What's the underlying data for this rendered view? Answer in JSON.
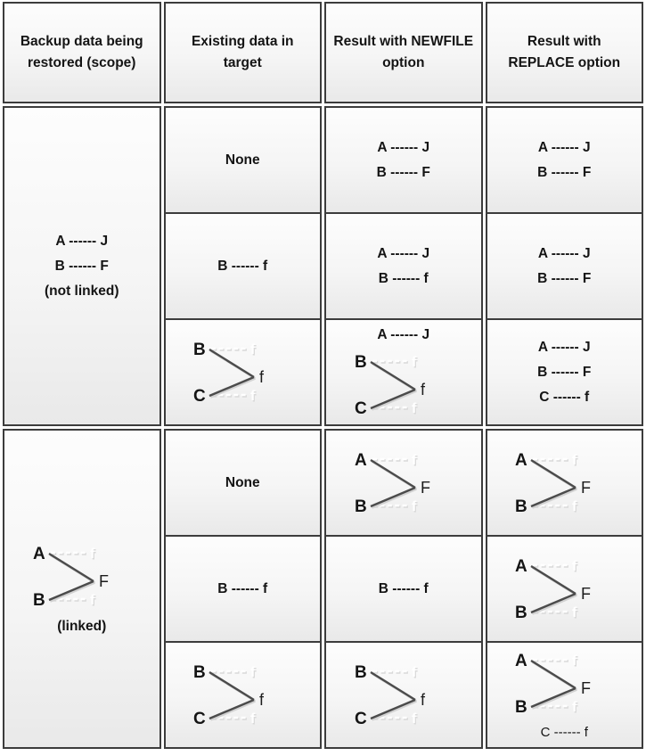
{
  "colors": {
    "border": "#3c3c3c",
    "text": "#141414",
    "diagram_line": "#4b4b4b",
    "diagram_line_shadow": "#d2d2d2",
    "ghost": "#ffffff",
    "ghost_shadow": "#d9d9d9",
    "cell_bg_top": "#fdfdfd",
    "cell_bg_bottom": "#e9e9e9"
  },
  "table": {
    "headers": [
      {
        "id": "scope",
        "label": "Backup data being restored (scope)"
      },
      {
        "id": "existing",
        "label": "Existing data in target"
      },
      {
        "id": "newfile",
        "label": "Result with NEWFILE option"
      },
      {
        "id": "replace",
        "label": "Result with REPLACE option"
      }
    ],
    "columns_order": [
      "existing",
      "newfile",
      "replace"
    ],
    "groups": [
      {
        "id": "not-linked",
        "scope": {
          "type": "text",
          "lines": [
            "A ------ J",
            "B ------ F",
            "(not linked)"
          ]
        },
        "rows": [
          {
            "existing": {
              "type": "text",
              "lines": [
                "None"
              ]
            },
            "newfile": {
              "type": "text",
              "lines": [
                "A ------ J",
                "B ------ F"
              ]
            },
            "replace": {
              "type": "text",
              "lines": [
                "A ------ J",
                "B ------ F"
              ]
            }
          },
          {
            "existing": {
              "type": "text",
              "lines": [
                "B ------ f"
              ]
            },
            "newfile": {
              "type": "text",
              "lines": [
                "A ------ J",
                "B ------ f"
              ]
            },
            "replace": {
              "type": "text",
              "lines": [
                "A ------ J",
                "B ------ F"
              ]
            }
          },
          {
            "existing": {
              "type": "diagram",
              "top": "B",
              "bottom": "C",
              "vertex": "f",
              "ghost": "f"
            },
            "newfile": {
              "type": "diagram",
              "pre_lines": [
                "A ------ J"
              ],
              "top": "B",
              "bottom": "C",
              "vertex": "f",
              "ghost": "f"
            },
            "replace": {
              "type": "text",
              "lines": [
                "A ------ J",
                "B ------ F",
                "C ------ f"
              ]
            }
          }
        ]
      },
      {
        "id": "linked",
        "scope": {
          "type": "diagram",
          "top": "A",
          "bottom": "B",
          "vertex": "F",
          "ghost": "f",
          "post_lines": [
            "(linked)"
          ]
        },
        "rows": [
          {
            "existing": {
              "type": "text",
              "lines": [
                "None"
              ]
            },
            "newfile": {
              "type": "diagram",
              "top": "A",
              "bottom": "B",
              "vertex": "F",
              "ghost": "f"
            },
            "replace": {
              "type": "diagram",
              "top": "A",
              "bottom": "B",
              "vertex": "F",
              "ghost": "f"
            }
          },
          {
            "existing": {
              "type": "text",
              "lines": [
                "B ------ f"
              ]
            },
            "newfile": {
              "type": "text",
              "lines": [
                "B ------ f"
              ]
            },
            "replace": {
              "type": "diagram",
              "top": "A",
              "bottom": "B",
              "vertex": "F",
              "ghost": "f"
            }
          },
          {
            "existing": {
              "type": "diagram",
              "top": "B",
              "bottom": "C",
              "vertex": "f",
              "ghost": "f"
            },
            "newfile": {
              "type": "diagram",
              "top": "B",
              "bottom": "C",
              "vertex": "f",
              "ghost": "f"
            },
            "replace": {
              "type": "diagram",
              "top": "A",
              "bottom": "B",
              "vertex": "F",
              "ghost": "f",
              "post_lines_regular": [
                "C ------ f"
              ]
            }
          }
        ]
      }
    ]
  }
}
